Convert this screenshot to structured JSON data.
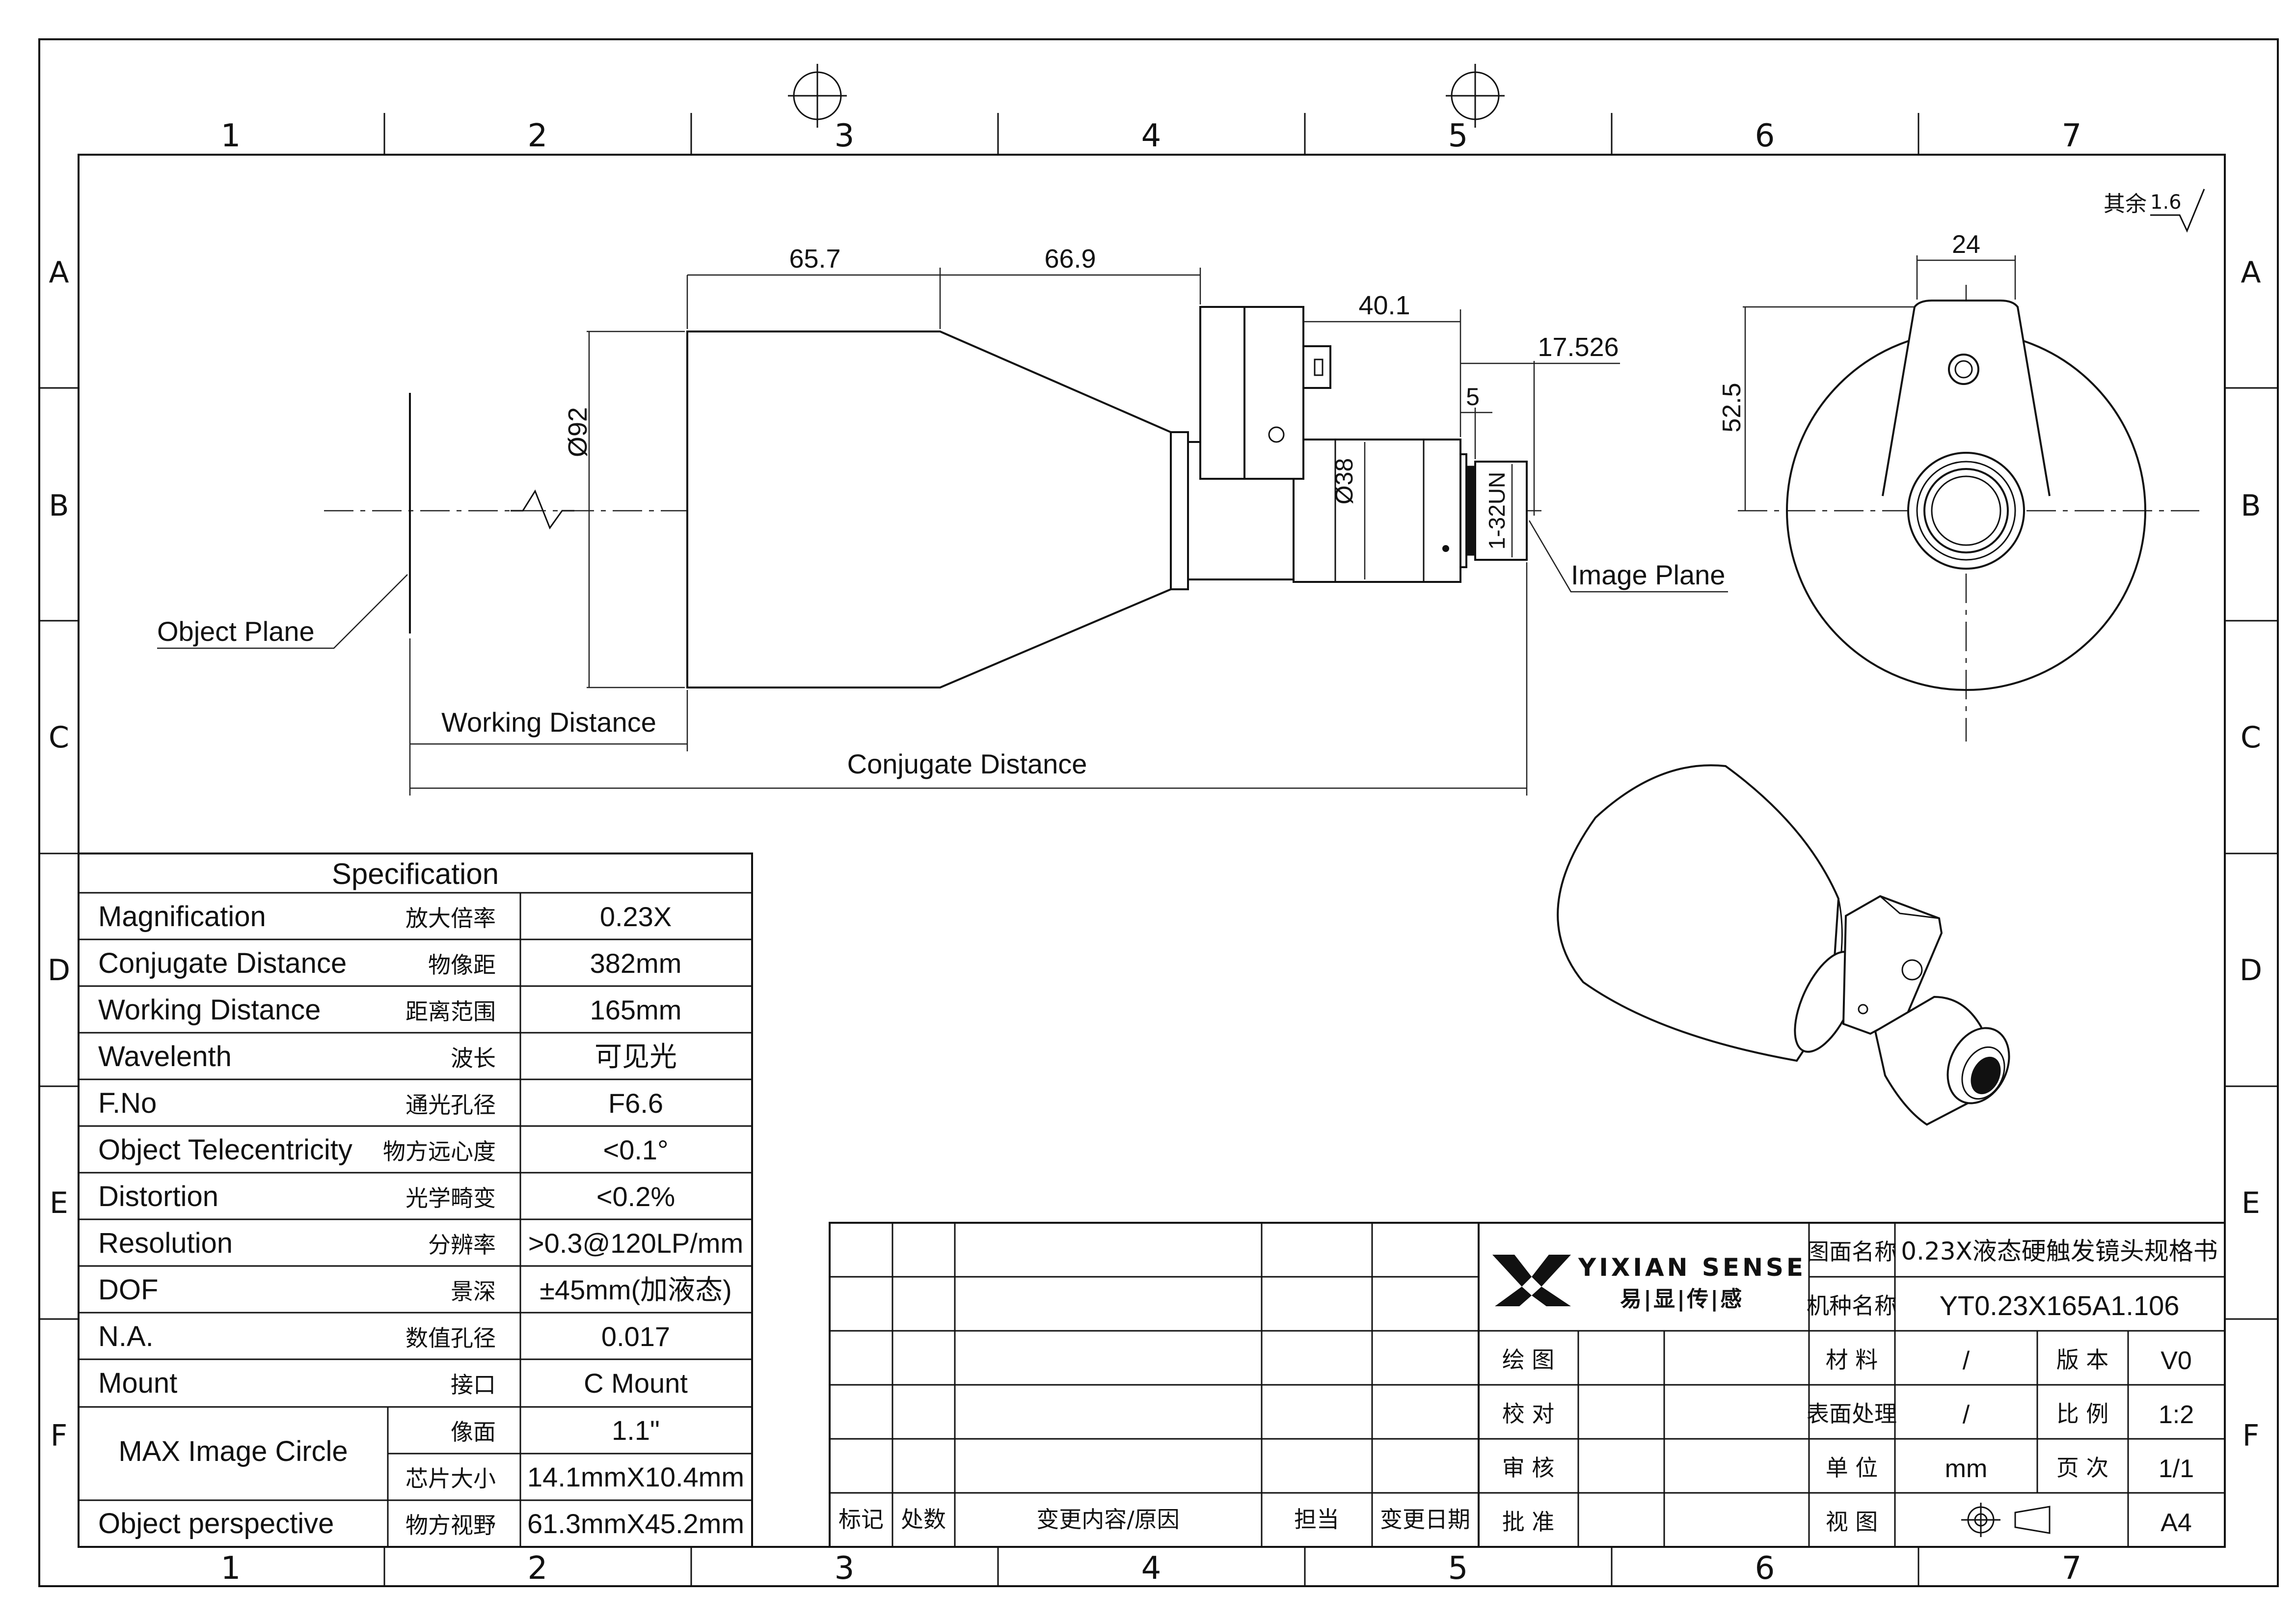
{
  "grid": {
    "columns": [
      "1",
      "2",
      "3",
      "4",
      "5",
      "6",
      "7"
    ],
    "rows": [
      "A",
      "B",
      "C",
      "D",
      "E",
      "F"
    ]
  },
  "roughness": {
    "label": "其余",
    "value": "1.6"
  },
  "dimensions": {
    "d_65_7": "65.7",
    "d_66_9": "66.9",
    "d_40_1": "40.1",
    "d_17_526": "17.526",
    "d_5": "5",
    "dia_92": "Ø92",
    "dia_38": "Ø38",
    "thread": "1-32UN",
    "d_24": "24",
    "d_52_5": "52.5"
  },
  "labels": {
    "object_plane": "Object Plane",
    "image_plane": "Image Plane",
    "working_distance": "Working Distance",
    "conjugate_distance": "Conjugate Distance"
  },
  "spec": {
    "title": "Specification",
    "rows": [
      {
        "en": "Magnification",
        "cn": "放大倍率",
        "value": "0.23X"
      },
      {
        "en": "Conjugate Distance",
        "cn": "物像距",
        "value": "382mm"
      },
      {
        "en": "Working Distance",
        "cn": "距离范围",
        "value": "165mm"
      },
      {
        "en": "Wavelenth",
        "cn": "波长",
        "value": "可见光"
      },
      {
        "en": "F.No",
        "cn": "通光孔径",
        "value": "F6.6"
      },
      {
        "en": "Object Telecentricity",
        "cn": "物方远心度",
        "value": "<0.1°"
      },
      {
        "en": "Distortion",
        "cn": "光学畸变",
        "value": "<0.2%"
      },
      {
        "en": "Resolution",
        "cn": "分辨率",
        "value": ">0.3@120LP/mm"
      },
      {
        "en": "DOF",
        "cn": "景深",
        "value": "±45mm(加液态)"
      },
      {
        "en": "N.A.",
        "cn": "数值孔径",
        "value": "0.017"
      },
      {
        "en": "Mount",
        "cn": "接口",
        "value": "C Mount"
      }
    ],
    "max_image_circle": {
      "en": "MAX Image Circle",
      "sub": [
        {
          "cn": "像面",
          "value": "1.1\""
        },
        {
          "cn": "芯片大小",
          "value": "14.1mmX10.4mm"
        }
      ]
    },
    "object_perspective": {
      "en": "Object perspective",
      "cn": "物方视野",
      "value": "61.3mmX45.2mm"
    }
  },
  "title_block": {
    "logo_text": "YIXIAN SENSE",
    "logo_cn": "易|显|传|感",
    "drawing_name_label": "图面名称",
    "drawing_name": "0.23X液态硬触发镜头规格书",
    "model_label": "机种名称",
    "model": "YT0.23X165A1.106",
    "revision_headers": [
      "标记",
      "处数",
      "变更内容/原因",
      "担当",
      "变更日期"
    ],
    "sign_rows": [
      "绘 图",
      "校 对",
      "审 核",
      "批 准"
    ],
    "material_label": "材 料",
    "material": "/",
    "version_label": "版 本",
    "version": "V0",
    "surface_label": "表面处理",
    "surface": "/",
    "scale_label": "比 例",
    "scale": "1:2",
    "unit_label": "单 位",
    "unit": "mm",
    "page_label": "页 次",
    "page": "1/1",
    "view_label": "视 图",
    "size": "A4"
  },
  "icons": [
    "projection-symbol-icon",
    "registration-crosshair-icon",
    "logo-mark-icon"
  ]
}
